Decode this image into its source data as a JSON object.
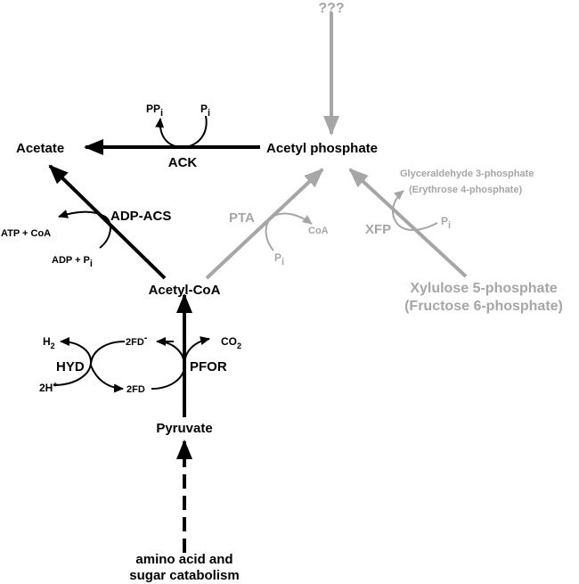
{
  "top": {
    "unknown": "???"
  },
  "metabolites": {
    "acetate": "Acetate",
    "acetyl_phosphate": "Acetyl phosphate",
    "acetyl_coa": "Acetyl-CoA",
    "pyruvate": "Pyruvate",
    "xylulose_5p": "Xylulose 5-phosphate",
    "fructose_6p": "(Fructose 6-phosphate)",
    "catabolism_line1": "amino acid and",
    "catabolism_line2": "sugar catabolism"
  },
  "enzymes": {
    "ack": "ACK",
    "adp_acs": "ADP-ACS",
    "pta": "PTA",
    "xfp": "XFP",
    "hyd": "HYD",
    "pfor": "PFOR"
  },
  "cofactors": {
    "ack_ppi_main": "PP",
    "ack_ppi_sub": "i",
    "ack_pi_main": "P",
    "ack_pi_sub": "i",
    "acs_atp_coa": "ATP + CoA",
    "acs_adp_main": "ADP + P",
    "acs_adp_sub": "i",
    "pta_coa": "CoA",
    "pta_pi_main": "P",
    "pta_pi_sub": "i",
    "xfp_g3p": "Glyceraldehyde 3-phosphate",
    "xfp_e4p": "(Erythrose 4-phosphate)",
    "xfp_pi_main": "P",
    "xfp_pi_sub": "i",
    "h2_main": "H",
    "h2_sub": "2",
    "h_plus_main": "2H",
    "h_plus_sup": "+",
    "fd_reduced_main": "2FD",
    "fd_reduced_sup": "-",
    "fd_oxidized": "2FD",
    "co2_main": "CO",
    "co2_sub": "2"
  },
  "colors": {
    "active": "#000000",
    "inactive": "#a6a6a6"
  }
}
